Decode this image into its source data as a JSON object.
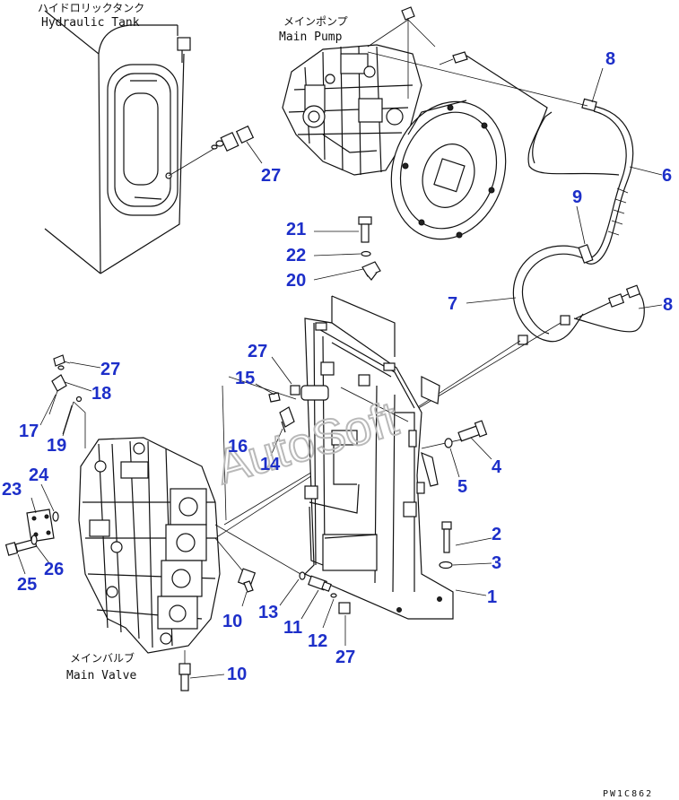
{
  "captions": {
    "hydraulic_tank_jp": "ハイドロリックタンク",
    "hydraulic_tank_en": "Hydraulic Tank",
    "main_pump_jp": "メインポンプ",
    "main_pump_en": "Main Pump",
    "main_valve_jp": "メインバルブ",
    "main_valve_en": "Main Valve"
  },
  "watermark": "AutoSoft",
  "drawing_code": "PW1C862",
  "callouts": {
    "c1": "1",
    "c2": "2",
    "c3": "3",
    "c4": "4",
    "c5": "5",
    "c6": "6",
    "c7": "7",
    "c8a": "8",
    "c8b": "8",
    "c9": "9",
    "c10a": "10",
    "c10b": "10",
    "c11": "11",
    "c12": "12",
    "c13": "13",
    "c14": "14",
    "c15": "15",
    "c16": "16",
    "c17": "17",
    "c18": "18",
    "c19": "19",
    "c20": "20",
    "c21": "21",
    "c22": "22",
    "c23": "23",
    "c24": "24",
    "c25": "25",
    "c26": "26",
    "c27a": "27",
    "c27b": "27",
    "c27c": "27",
    "c27d": "27"
  },
  "colors": {
    "callout": "#1d2fc9",
    "line": "#111111",
    "watermark": "#b9b9b9"
  }
}
